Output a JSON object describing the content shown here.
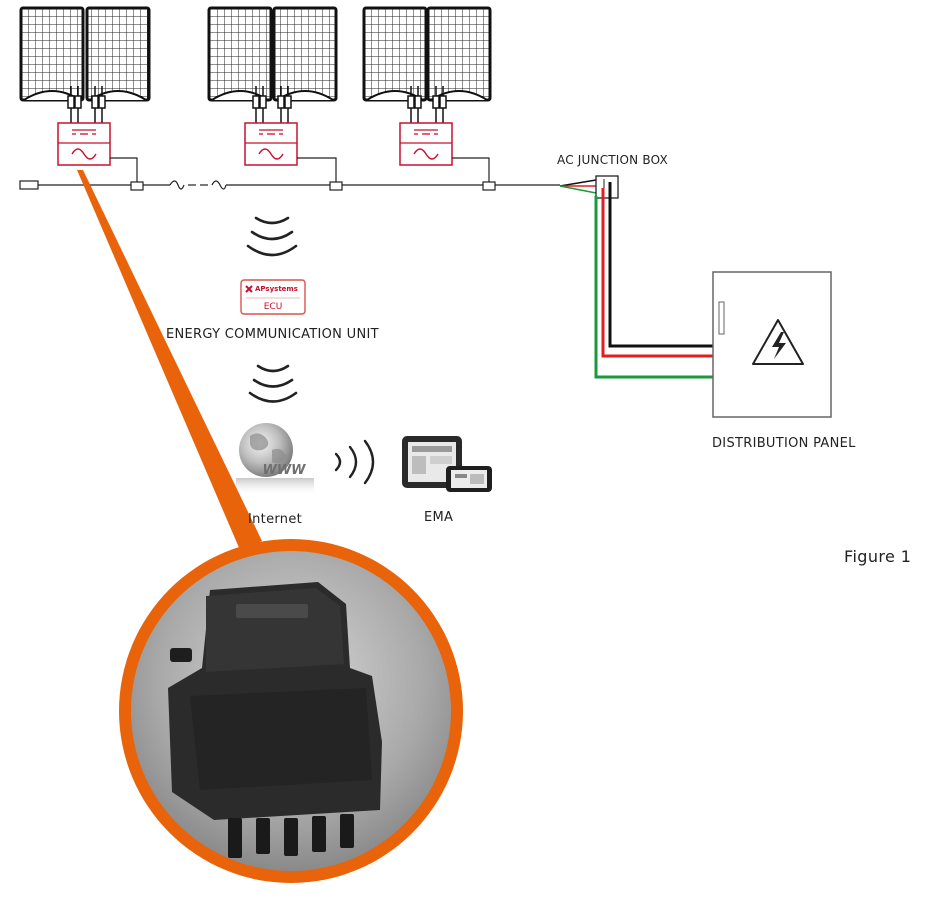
{
  "labels": {
    "ac_junction_box": "AC JUNCTION BOX",
    "ecu_name": "ENERGY COMMUNICATION UNIT",
    "distribution_panel": "DISTRIBUTION PANEL",
    "internet": "Internet",
    "ema": "EMA",
    "figure": "Figure 1"
  },
  "ecu_badge": {
    "brand": "APsystems",
    "model": "ECU"
  },
  "globe_text": "WWW",
  "colors": {
    "inverter_red": "#c8102e",
    "wire_black": "#111111",
    "wire_red": "#e02020",
    "wire_green": "#1a9a3a",
    "callout_orange": "#e8630a",
    "line_gray": "#222222"
  },
  "icons": [
    "solar-panel-icon",
    "microinverter-icon",
    "wireless-signal-icon",
    "globe-icon",
    "tablet-icon",
    "phone-icon",
    "high-voltage-icon"
  ]
}
